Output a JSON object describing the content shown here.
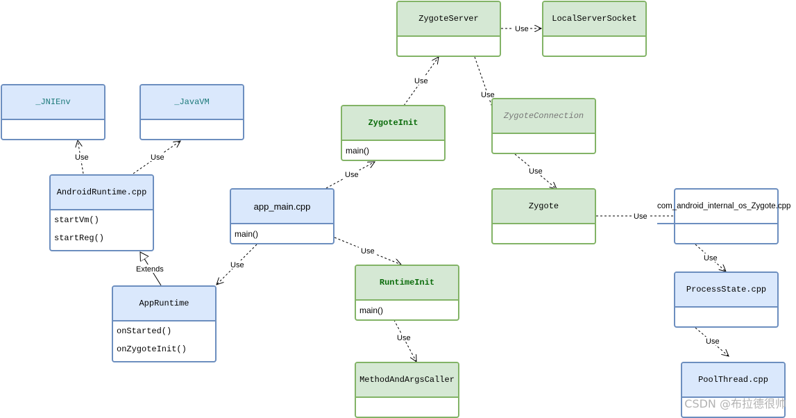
{
  "nodes": {
    "jnienv": {
      "title": "_JNIEnv"
    },
    "javavm": {
      "title": "_JavaVM"
    },
    "android_runtime": {
      "title": "AndroidRuntime.cpp",
      "methods": [
        "startVm()",
        "startReg()"
      ]
    },
    "app_runtime": {
      "title": "AppRuntime",
      "methods": [
        "onStarted()",
        "onZygoteInit()"
      ]
    },
    "app_main": {
      "title": "app_main.cpp",
      "methods": [
        "main()"
      ]
    },
    "zygote_init": {
      "title": "ZygoteInit",
      "methods": [
        "main()"
      ]
    },
    "runtime_init": {
      "title": "RuntimeInit",
      "methods": [
        "main()"
      ]
    },
    "method_args_caller": {
      "title": "MethodAndArgsCaller"
    },
    "zygote_server": {
      "title": "ZygoteServer"
    },
    "local_server_socket": {
      "title": "LocalServerSocket"
    },
    "zygote_connection": {
      "title": "ZygoteConnection"
    },
    "zygote": {
      "title": "Zygote"
    },
    "com_android_zygote": {
      "title": "com_android_internal_os_Zygote.cpp"
    },
    "process_state": {
      "title": "ProcessState.cpp"
    },
    "pool_thread": {
      "title": "PoolThread.cpp"
    }
  },
  "edges": {
    "use": "Use",
    "extends": "Extends"
  },
  "colors": {
    "blue_fill": "#dae8fc",
    "blue_stroke": "#6c8ebf",
    "green_fill": "#d5e8d4",
    "green_stroke": "#82b366"
  },
  "watermark": "CSDN @布拉德很帅"
}
